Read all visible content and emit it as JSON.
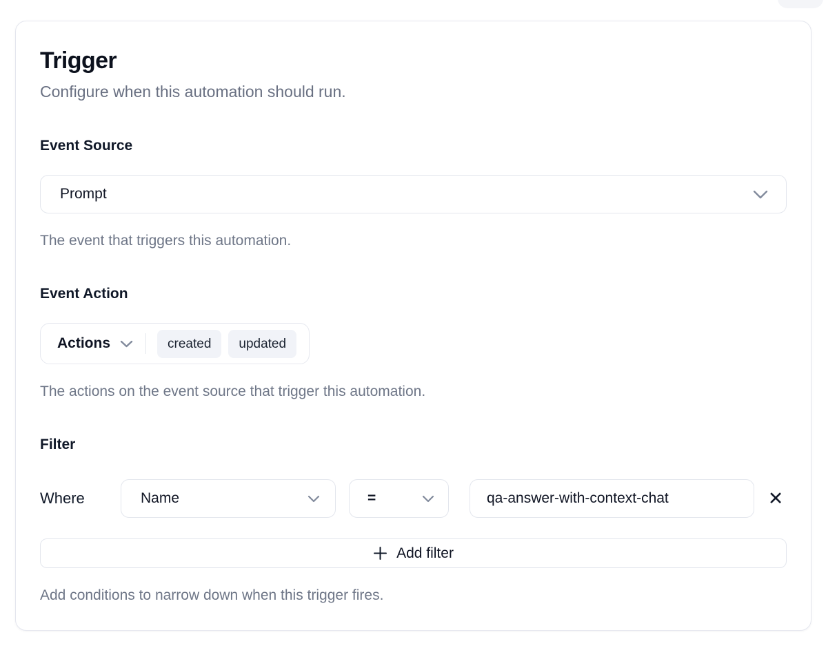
{
  "page": {
    "title": "Trigger",
    "subtitle": "Configure when this automation should run."
  },
  "event_source": {
    "label": "Event Source",
    "selected": "Prompt",
    "help": "The event that triggers this automation."
  },
  "event_action": {
    "label": "Event Action",
    "dropdown_label": "Actions",
    "selected_actions": [
      "created",
      "updated"
    ],
    "help": "The actions on the event source that trigger this automation."
  },
  "filter": {
    "label": "Filter",
    "rows": [
      {
        "prefix": "Where",
        "field": "Name",
        "operator": "=",
        "value": "qa-answer-with-context-chat"
      }
    ],
    "add_button_label": "Add filter",
    "help": "Add conditions to narrow down when this trigger fires."
  },
  "colors": {
    "card_border": "#e4e6ee",
    "control_border": "#e3e6ed",
    "badge_background": "#f1f3f8",
    "text_primary": "#0f1423",
    "text_muted": "#6e7687"
  }
}
